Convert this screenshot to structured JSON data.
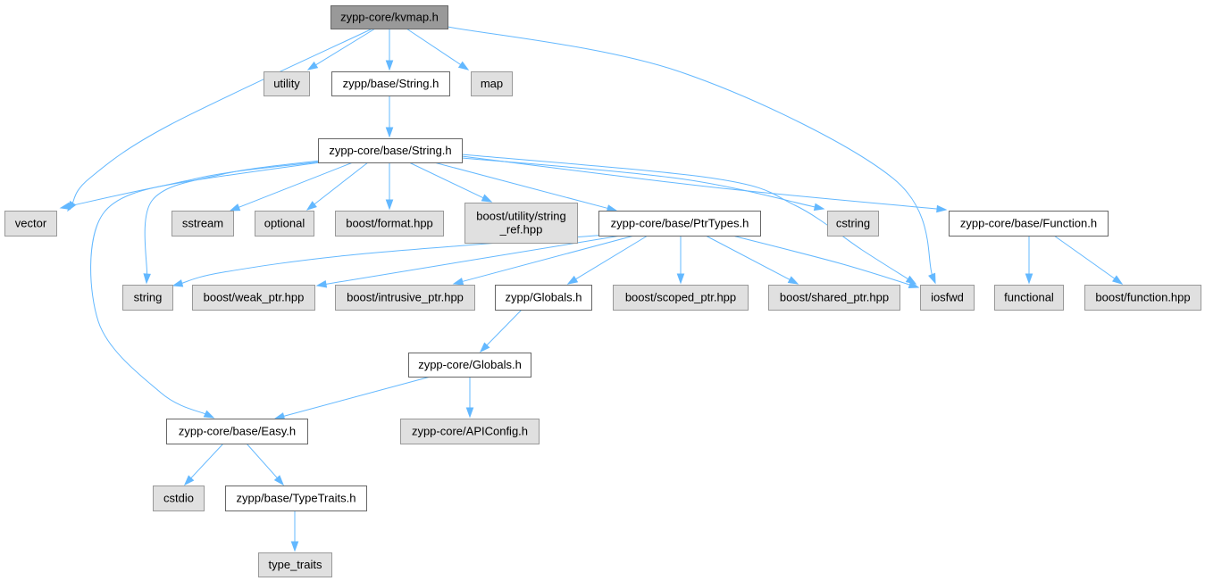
{
  "colors": {
    "root_fill": "#999999",
    "header_fill": "#ffffff",
    "system_fill": "#e0e0e0",
    "node_border_dark": "#666666",
    "node_border_system": "#999999",
    "edge": "#63b8ff"
  },
  "nodes": [
    {
      "id": "kvmap",
      "kind": "root",
      "lines": [
        "zypp-core/kvmap.h"
      ]
    },
    {
      "id": "utility",
      "kind": "system",
      "lines": [
        "utility"
      ]
    },
    {
      "id": "zb_string",
      "kind": "header",
      "lines": [
        "zypp/base/String.h"
      ]
    },
    {
      "id": "map",
      "kind": "system",
      "lines": [
        "map"
      ]
    },
    {
      "id": "zcb_string",
      "kind": "header",
      "lines": [
        "zypp-core/base/String.h"
      ]
    },
    {
      "id": "vector",
      "kind": "system",
      "lines": [
        "vector"
      ]
    },
    {
      "id": "sstream",
      "kind": "system",
      "lines": [
        "sstream"
      ]
    },
    {
      "id": "optional",
      "kind": "system",
      "lines": [
        "optional"
      ]
    },
    {
      "id": "boost_format",
      "kind": "system",
      "lines": [
        "boost/format.hpp"
      ]
    },
    {
      "id": "boost_string_ref",
      "kind": "system",
      "lines": [
        "boost/utility/string",
        "_ref.hpp"
      ]
    },
    {
      "id": "ptrtypes",
      "kind": "header",
      "lines": [
        "zypp-core/base/PtrTypes.h"
      ]
    },
    {
      "id": "cstring",
      "kind": "system",
      "lines": [
        "cstring"
      ]
    },
    {
      "id": "function_h",
      "kind": "header",
      "lines": [
        "zypp-core/base/Function.h"
      ]
    },
    {
      "id": "string",
      "kind": "system",
      "lines": [
        "string"
      ]
    },
    {
      "id": "weak_ptr",
      "kind": "system",
      "lines": [
        "boost/weak_ptr.hpp"
      ]
    },
    {
      "id": "intrusive_ptr",
      "kind": "system",
      "lines": [
        "boost/intrusive_ptr.hpp"
      ]
    },
    {
      "id": "zypp_globals",
      "kind": "header",
      "lines": [
        "zypp/Globals.h"
      ]
    },
    {
      "id": "scoped_ptr",
      "kind": "system",
      "lines": [
        "boost/scoped_ptr.hpp"
      ]
    },
    {
      "id": "shared_ptr",
      "kind": "system",
      "lines": [
        "boost/shared_ptr.hpp"
      ]
    },
    {
      "id": "iosfwd",
      "kind": "system",
      "lines": [
        "iosfwd"
      ]
    },
    {
      "id": "functional",
      "kind": "system",
      "lines": [
        "functional"
      ]
    },
    {
      "id": "boost_function",
      "kind": "system",
      "lines": [
        "boost/function.hpp"
      ]
    },
    {
      "id": "zc_globals",
      "kind": "header",
      "lines": [
        "zypp-core/Globals.h"
      ]
    },
    {
      "id": "easy",
      "kind": "header",
      "lines": [
        "zypp-core/base/Easy.h"
      ]
    },
    {
      "id": "apiconfig",
      "kind": "system",
      "lines": [
        "zypp-core/APIConfig.h"
      ]
    },
    {
      "id": "cstdio",
      "kind": "system",
      "lines": [
        "cstdio"
      ]
    },
    {
      "id": "typetraits",
      "kind": "header",
      "lines": [
        "zypp/base/TypeTraits.h"
      ]
    },
    {
      "id": "type_traits",
      "kind": "system",
      "lines": [
        "type_traits"
      ]
    }
  ],
  "edges": [
    [
      "kvmap",
      "vector"
    ],
    [
      "kvmap",
      "utility"
    ],
    [
      "kvmap",
      "zb_string"
    ],
    [
      "kvmap",
      "map"
    ],
    [
      "kvmap",
      "iosfwd"
    ],
    [
      "zb_string",
      "zcb_string"
    ],
    [
      "zcb_string",
      "vector"
    ],
    [
      "zcb_string",
      "string"
    ],
    [
      "zcb_string",
      "easy"
    ],
    [
      "zcb_string",
      "sstream"
    ],
    [
      "zcb_string",
      "optional"
    ],
    [
      "zcb_string",
      "boost_format"
    ],
    [
      "zcb_string",
      "boost_string_ref"
    ],
    [
      "zcb_string",
      "ptrtypes"
    ],
    [
      "zcb_string",
      "iosfwd"
    ],
    [
      "zcb_string",
      "cstring"
    ],
    [
      "zcb_string",
      "function_h"
    ],
    [
      "ptrtypes",
      "string"
    ],
    [
      "ptrtypes",
      "weak_ptr"
    ],
    [
      "ptrtypes",
      "intrusive_ptr"
    ],
    [
      "ptrtypes",
      "zypp_globals"
    ],
    [
      "ptrtypes",
      "scoped_ptr"
    ],
    [
      "ptrtypes",
      "shared_ptr"
    ],
    [
      "ptrtypes",
      "iosfwd"
    ],
    [
      "function_h",
      "functional"
    ],
    [
      "function_h",
      "boost_function"
    ],
    [
      "zypp_globals",
      "zc_globals"
    ],
    [
      "zc_globals",
      "easy"
    ],
    [
      "zc_globals",
      "apiconfig"
    ],
    [
      "easy",
      "cstdio"
    ],
    [
      "easy",
      "typetraits"
    ],
    [
      "typetraits",
      "type_traits"
    ]
  ]
}
